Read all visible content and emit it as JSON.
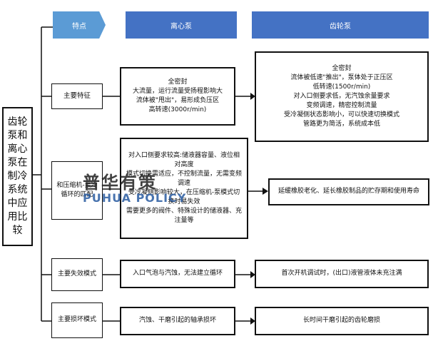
{
  "root": {
    "title": "齿轮泵和离心泵在制冷系统中应用比较"
  },
  "header": {
    "feature_label": "特点",
    "centrifugal_label": "离心泵",
    "gear_label": "齿轮泵"
  },
  "rows": {
    "main_features": {
      "label": "主要特征",
      "centrifugal": [
        "全密封",
        "大流量，运行流量受扬程影响大",
        "流体被\"甩出\"，易形成负压区",
        "高转速(3000r/min)"
      ],
      "gear": [
        "全密封",
        "流体被低速\"推出\"，泵体处于正压区",
        "低转速(1500r/min)",
        "对入口侧要求低，无汽蚀余量要求",
        "变频调速，精密控制流量",
        "受冷凝侧状态影响小，可以快速切换模式",
        "管路更为简活，系统成本低"
      ]
    },
    "compressor_match": {
      "label": "和压缩机-泵冷循环的匹配",
      "centrifugal": [
        "对入口侧要求较高:储液器容量、液位相对高度",
        "模式切换需适应，不控制流量，无需变频调速",
        "受冷凝侧影响较大，在压缩机-泵模式切换时易失效",
        "需要更多的阀件、特殊设计的储液器、充注量等"
      ],
      "gear": [
        "延缓橡胶老化、延长橡胶制品的贮存期和使用寿命"
      ]
    },
    "failure_mode": {
      "label": "主要失效模式",
      "centrifugal": [
        "入口气泡与汽蚀，无法建立循环"
      ],
      "gear": [
        "首次开机调试时，(出口)液管液体未充注满"
      ]
    },
    "damage_mode": {
      "label": "主要损坏模式",
      "centrifugal": [
        "汽蚀、干磨引起的轴承损坏"
      ],
      "gear": [
        "长时间干磨引起的齿轮磨损"
      ]
    }
  },
  "watermark": {
    "cn": "普华有策",
    "en": "PUHUA POLICY"
  }
}
